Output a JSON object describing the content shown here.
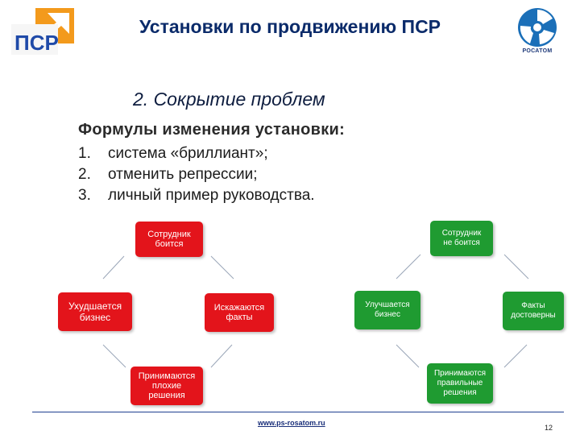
{
  "header": {
    "title": "Установки по продвижению ПСР",
    "left_logo_text": "ПСР",
    "right_logo_text": "РОСАТОМ"
  },
  "subtitle": "2. Сокрытие проблем",
  "formulas": {
    "heading": "Формулы изменения установки:",
    "items": [
      {
        "num": "1.",
        "text": "система «бриллиант»;"
      },
      {
        "num": "2.",
        "text": "отменить репрессии;"
      },
      {
        "num": "3.",
        "text": "личный пример руководства."
      }
    ]
  },
  "negative_cycle": {
    "top": [
      "Сотрудник",
      "боится"
    ],
    "left": [
      "Ухудшается",
      "бизнес"
    ],
    "right": [
      "Искажаются",
      "факты"
    ],
    "bottom": [
      "Принимаются",
      "плохие",
      "решения"
    ],
    "color": "#e3141b"
  },
  "positive_cycle": {
    "top": [
      "Сотрудник",
      "не боится"
    ],
    "left": [
      "Улучшается",
      "бизнес"
    ],
    "right": [
      "Факты",
      "достоверны"
    ],
    "bottom": [
      "Принимаются",
      "правильные",
      "решения"
    ],
    "color": "#1f9b31"
  },
  "footer": {
    "url": "www.ps-rosatom.ru",
    "page_number": "12"
  }
}
